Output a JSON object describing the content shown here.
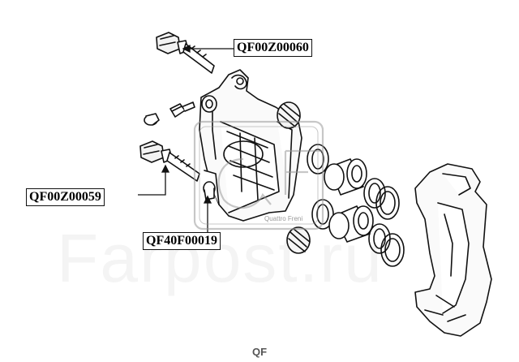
{
  "parts": {
    "bolt_upper": "QF00Z00060",
    "bolt_lower": "QF00Z00059",
    "bushing": "QF40F00019"
  },
  "watermark": "Farpost.ru",
  "logo": {
    "mark": "QF",
    "stamp_text": "Quattro Freni"
  }
}
